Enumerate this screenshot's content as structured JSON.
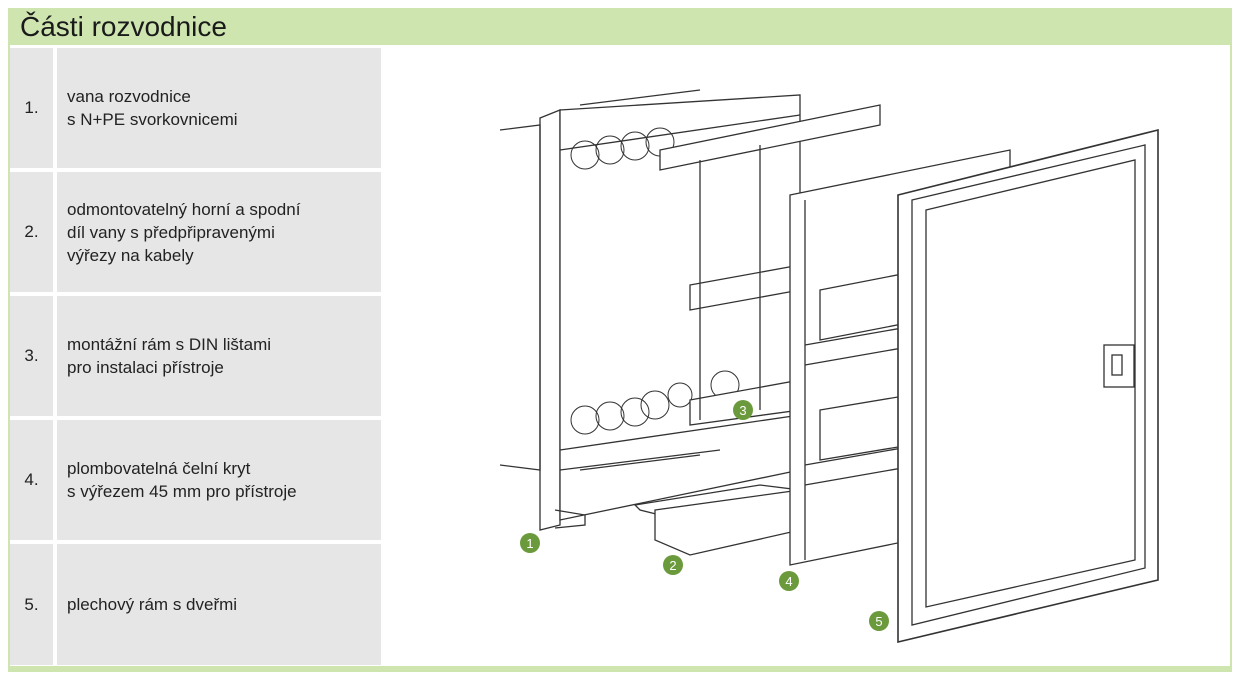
{
  "title": "Části rozvodnice",
  "parts": [
    {
      "number": "1.",
      "text": "vana rozvodnice\ns N+PE svorkovnicemi"
    },
    {
      "number": "2.",
      "text": "odmontovatelný horní a spodní\ndíl vany s předpřipravenými\nvýřezy na kabely"
    },
    {
      "number": "3.",
      "text": "montážní rám s DIN lištami\npro instalaci přístroje"
    },
    {
      "number": "4.",
      "text": "plombovatelná čelní kryt\ns výřezem 45 mm pro přístroje"
    },
    {
      "number": "5.",
      "text": "plechový rám s dveřmi"
    }
  ],
  "markers": [
    "1",
    "2",
    "3",
    "4",
    "5"
  ],
  "colors": {
    "header": "#cfe5b0",
    "row": "#e6e6e7",
    "marker": "#6b9a3c"
  }
}
